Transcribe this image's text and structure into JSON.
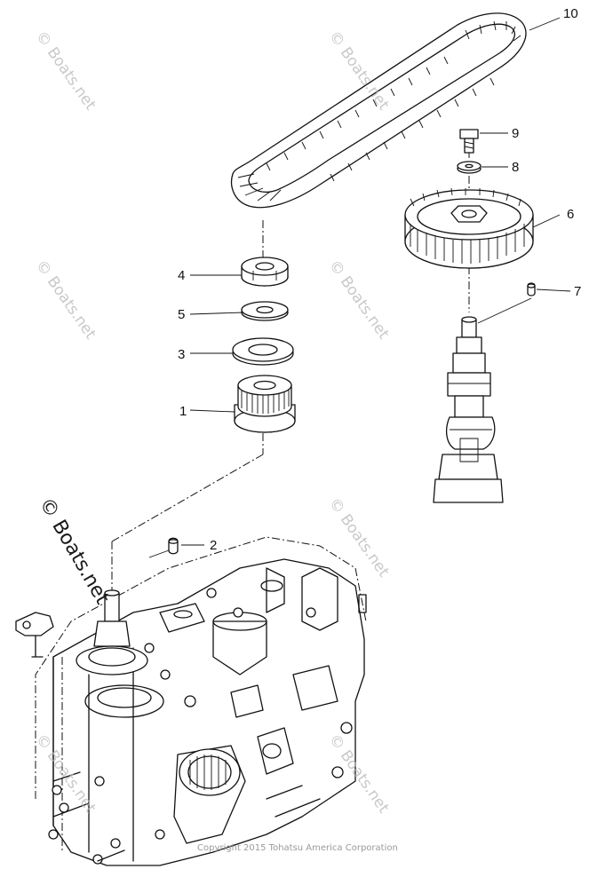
{
  "callouts": [
    {
      "id": "1",
      "label": "1"
    },
    {
      "id": "2",
      "label": "2"
    },
    {
      "id": "3",
      "label": "3"
    },
    {
      "id": "4",
      "label": "4"
    },
    {
      "id": "5",
      "label": "5"
    },
    {
      "id": "6",
      "label": "6"
    },
    {
      "id": "7",
      "label": "7"
    },
    {
      "id": "8",
      "label": "8"
    },
    {
      "id": "9",
      "label": "9"
    },
    {
      "id": "10",
      "label": "10"
    }
  ],
  "watermark": "© Boats.net",
  "copyright": "Copyright 2015 Tohatsu America Corporation"
}
